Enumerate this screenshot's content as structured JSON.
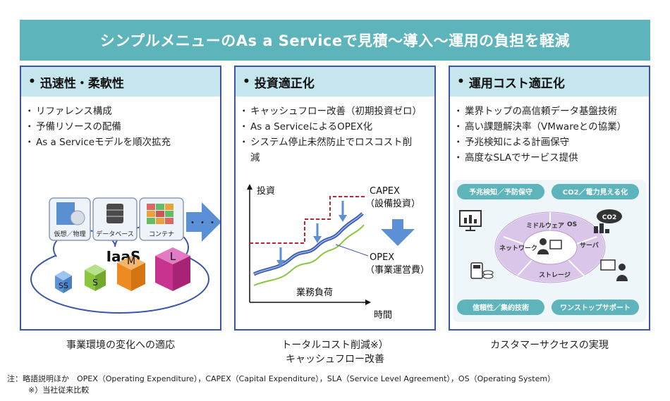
{
  "banner": {
    "title": "シンプルメニューのAs a Serviceで見積～導入～運用の負担を軽減"
  },
  "panels": [
    {
      "title": "迅速性・柔軟性",
      "bullets": [
        "リファレンス構成",
        "予備リソースの配備",
        "As a Serviceモデルを順次拡充"
      ],
      "caption": "事業環境の変化への適応",
      "diagram": {
        "cards": [
          "仮想／物理",
          "データベース",
          "コンテナ"
        ],
        "ellipsis": "・・・",
        "cloud_label": "IaaS",
        "cubes": [
          "SS",
          "S",
          "M",
          "L"
        ]
      }
    },
    {
      "title": "投資適正化",
      "bullets": [
        "キャッシュフロー改善（初期投資ゼロ）",
        "As a ServiceによるOPEX化",
        "システム停止未然防止でロスコスト削減"
      ],
      "caption_line1": "トータルコスト削減※）",
      "caption_line2": "キャッシュフロー改善",
      "chart": {
        "ylabel": "投資",
        "xlabel": "時間",
        "capex_label1": "CAPEX",
        "capex_label2": "（設備投資）",
        "opex_label1": "OPEX",
        "opex_label2": "（事業運営費）",
        "workload_label": "業務負荷"
      }
    },
    {
      "title": "運用コスト適正化",
      "bullets": [
        "業界トップの高信頼データ基盤技術",
        "高い課題解決率（VMwareとの協業）",
        "予兆検知による計画保守",
        "高度なSLAでサービス提供"
      ],
      "caption": "カスタマーサクセスの実現",
      "diagram": {
        "tags": [
          "予兆検知／予防保守",
          "CO2／電力見える化",
          "信頼性／集約技術",
          "ワンストップサポート"
        ],
        "segments": [
          "ミドルウェア",
          "OS",
          "サーバ",
          "ストレージ",
          "ネットワーク"
        ],
        "co2_icon_text": "CO2"
      }
    }
  ],
  "footnote": {
    "line1": "注：略語説明ほか　OPEX（Operating Expenditure），CAPEX（Capital Expenditure），SLA（Service Level Agreement），OS（Operating System）",
    "line2": "※）当社従来比較"
  },
  "colors": {
    "banner": "#5db4ba",
    "panel_border": "#3b56a6",
    "panel_head": "#c6e6ee",
    "capex": "#c0262d",
    "opex": "#3b5bb0",
    "workload": "#8cc63f",
    "ring": "#c9b3dc"
  }
}
